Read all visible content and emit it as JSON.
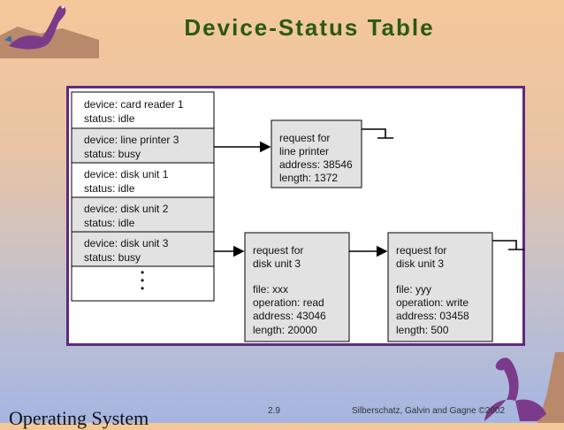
{
  "title": "Device-Status Table",
  "table_rows": [
    {
      "device": "device: card reader 1",
      "status": "status: idle"
    },
    {
      "device": "device: line printer 3",
      "status": "status: busy"
    },
    {
      "device": "device: disk unit 1",
      "status": "status: idle"
    },
    {
      "device": "device: disk unit 2",
      "status": "status: idle"
    },
    {
      "device": "device: disk unit 3",
      "status": "status: busy"
    }
  ],
  "ellipsis": "•\n•\n•",
  "requests": {
    "printer": {
      "lines": [
        "request for",
        "line printer",
        "address: 38546",
        "length: 1372"
      ]
    },
    "disk1": {
      "lines": [
        "request for",
        "disk unit 3",
        "",
        "file: xxx",
        "operation: read",
        "address: 43046",
        "length: 20000"
      ]
    },
    "disk2": {
      "lines": [
        "request for",
        "disk unit 3",
        "",
        "file: yyy",
        "operation: write",
        "address: 03458",
        "length: 500"
      ]
    }
  },
  "footer": {
    "course": "Operating System",
    "page": "2.9",
    "credit": "Silberschatz, Galvin and  Gagne ©2002"
  }
}
